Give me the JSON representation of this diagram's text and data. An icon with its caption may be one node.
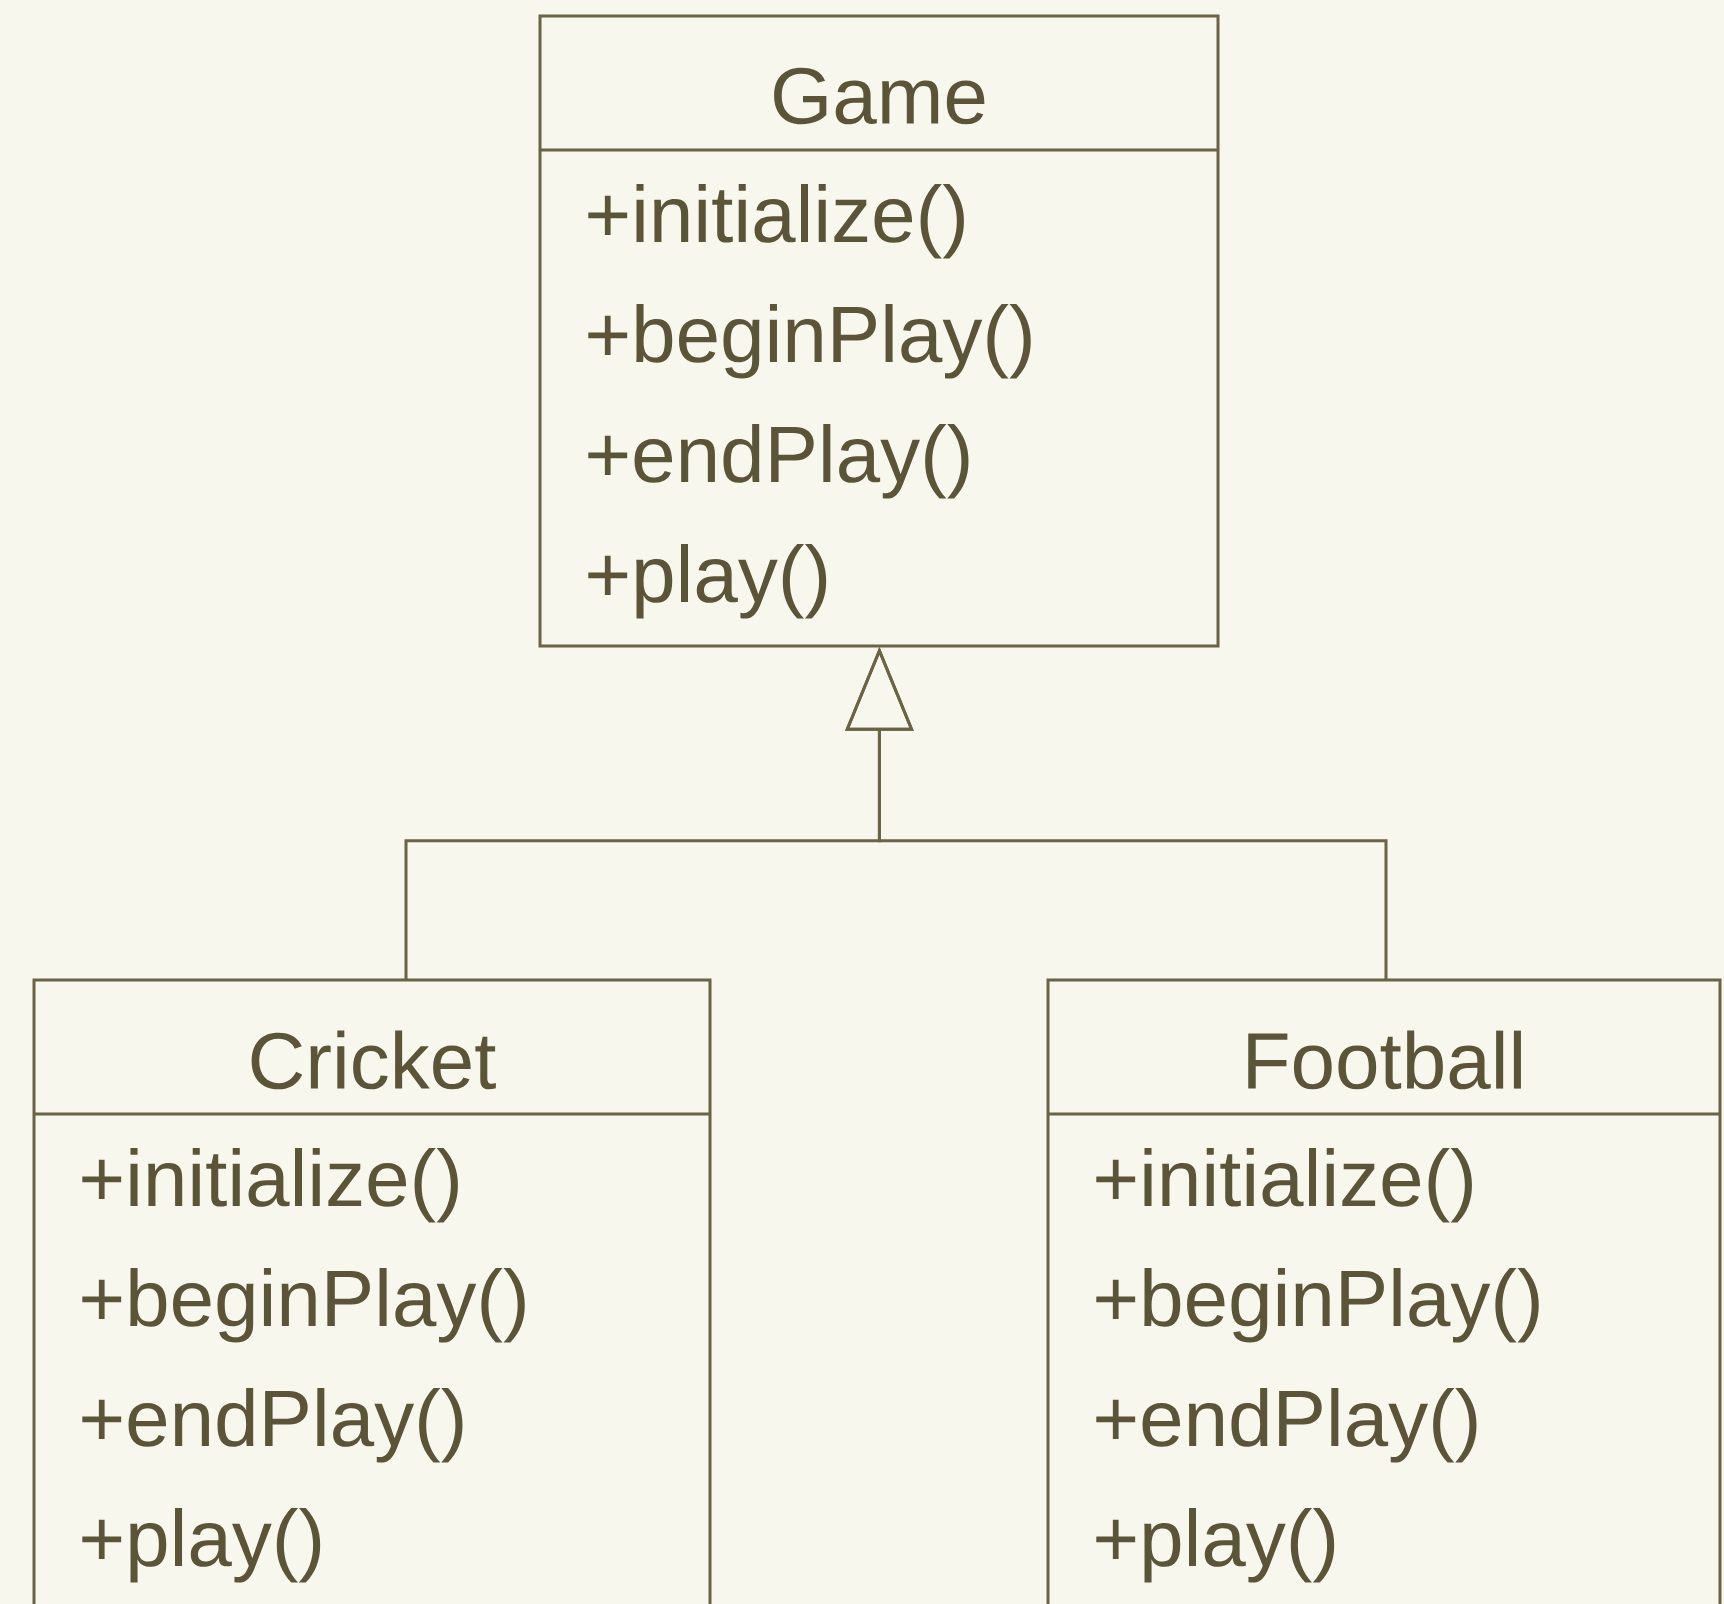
{
  "diagram": {
    "nodes": [
      {
        "text": [
          "Game",
          "+initialize()",
          "+beginPlay()",
          "+endPlay()",
          "+play()"
        ]
      },
      {
        "text": [
          "Cricket",
          "+initialize()",
          "+beginPlay()",
          "+endPlay()",
          "+play()"
        ]
      },
      {
        "text": [
          "Football",
          "+initialize()",
          "+beginPlay()",
          "+endPlay()",
          "+play()"
        ]
      }
    ],
    "edges": [
      {
        "from": 1,
        "to": 0,
        "arrow": "to"
      },
      {
        "from": 2,
        "to": 0,
        "arrow": "to"
      }
    ]
  }
}
